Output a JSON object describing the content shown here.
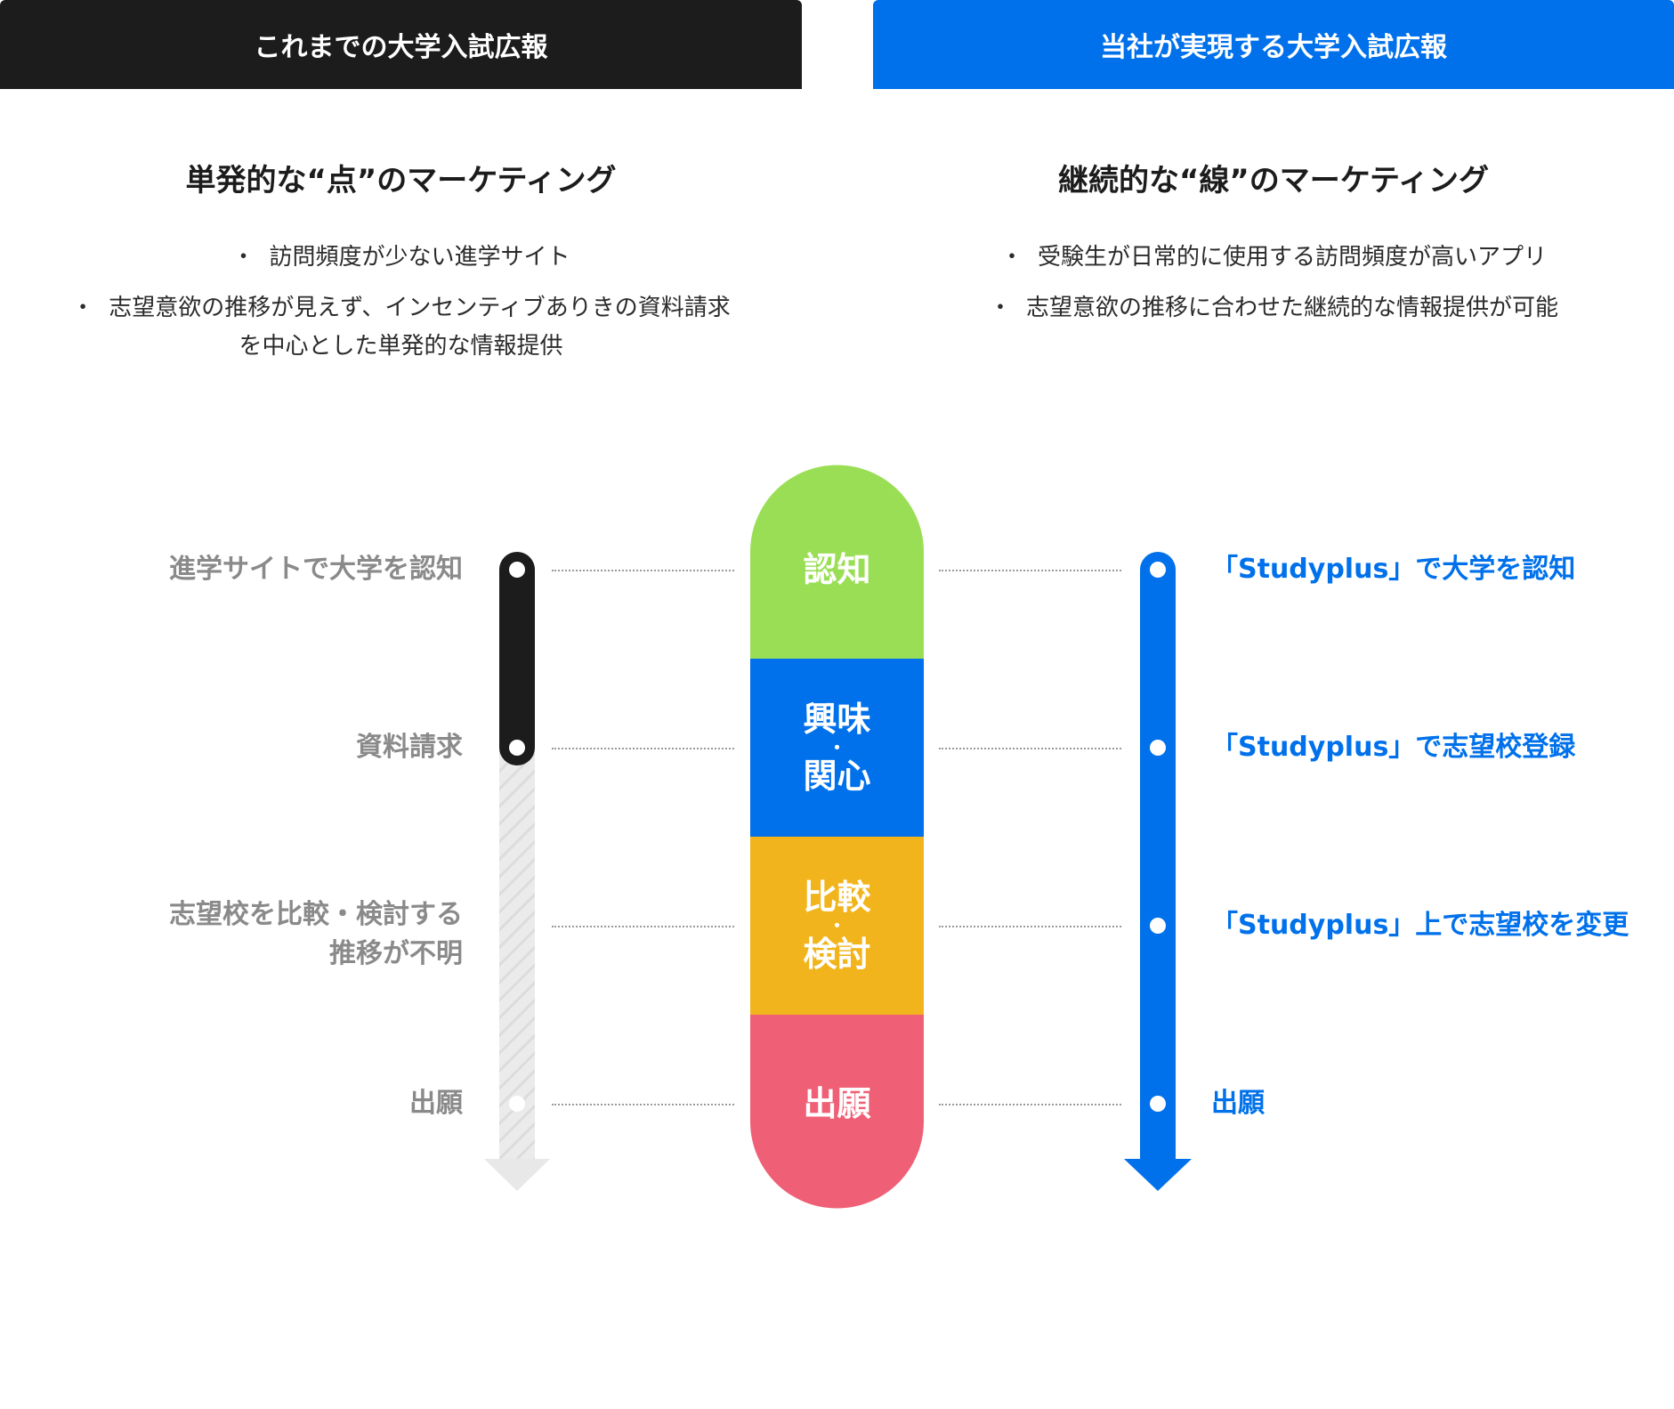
{
  "left_header": "これまでの大学入試広報",
  "right_header": "当社が実現する大学入試広報",
  "left": {
    "heading": "単発的な“点”のマーケティング",
    "bullets": [
      "訪問頻度が少ない進学サイト",
      "志望意欲の推移が見えず、インセンティブありきの資料請求",
      "を中心とした単発的な情報提供"
    ],
    "steps": [
      "進学サイトで大学を認知",
      "資料請求",
      "志望校を比較・検討する",
      "推移が不明",
      "出願"
    ]
  },
  "right": {
    "heading": "継続的な“線”のマーケティング",
    "bullets": [
      "受験生が日常的に使用する訪問頻度が高いアプリ",
      "志望意欲の推移に合わせた継続的な情報提供が可能"
    ],
    "steps": [
      "「Studyplus」で大学を認知",
      "「Studyplus」で志望校登録",
      "「Studyplus」上で志望校を変更",
      "出願"
    ]
  },
  "bullet_marker": "・",
  "stages": [
    {
      "lines": [
        "認知"
      ],
      "color": "#9ade55"
    },
    {
      "lines": [
        "興味",
        "・",
        "関心"
      ],
      "color": "#0071eb"
    },
    {
      "lines": [
        "比較",
        "・",
        "検討"
      ],
      "color": "#f2b41c"
    },
    {
      "lines": [
        "出願"
      ],
      "color": "#ef5f76"
    }
  ],
  "colors": {
    "dark": "#1c1c1c",
    "blue": "#0071eb",
    "grey_line": "#e8e8e8",
    "grey_text": "#8a8a8a"
  }
}
